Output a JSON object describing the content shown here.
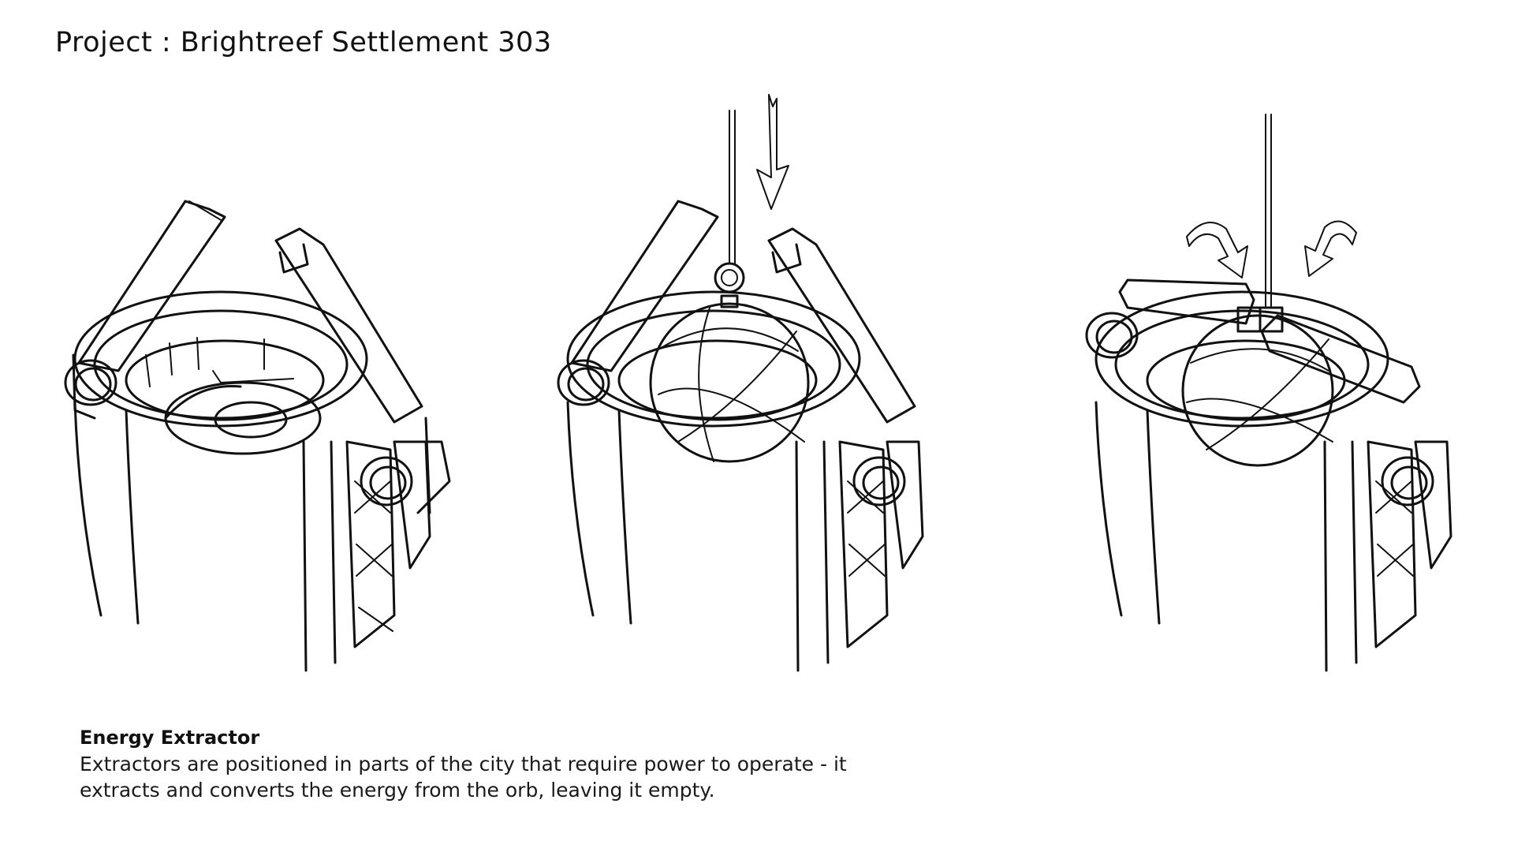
{
  "header": {
    "title": "Project : Brightreef Settlement 303"
  },
  "illustrations": [
    {
      "stage": "extractor-empty",
      "icons": [
        "cylinder-icon",
        "arm-icon",
        "arm-icon",
        "socket-icon"
      ]
    },
    {
      "stage": "orb-lowering",
      "icons": [
        "cylinder-icon",
        "orb-icon",
        "cable-icon",
        "down-arrow-icon"
      ]
    },
    {
      "stage": "arms-closing",
      "icons": [
        "cylinder-icon",
        "orb-icon",
        "clamp-icon",
        "rotate-arrow-icon"
      ]
    }
  ],
  "caption": {
    "heading": "Energy Extractor",
    "lines": [
      "Extractors are positioned in parts of the city that require power to operate - it",
      "extracts and converts the energy from the orb, leaving it empty."
    ]
  },
  "colors": {
    "ink": "#111111",
    "paper": "#ffffff"
  }
}
